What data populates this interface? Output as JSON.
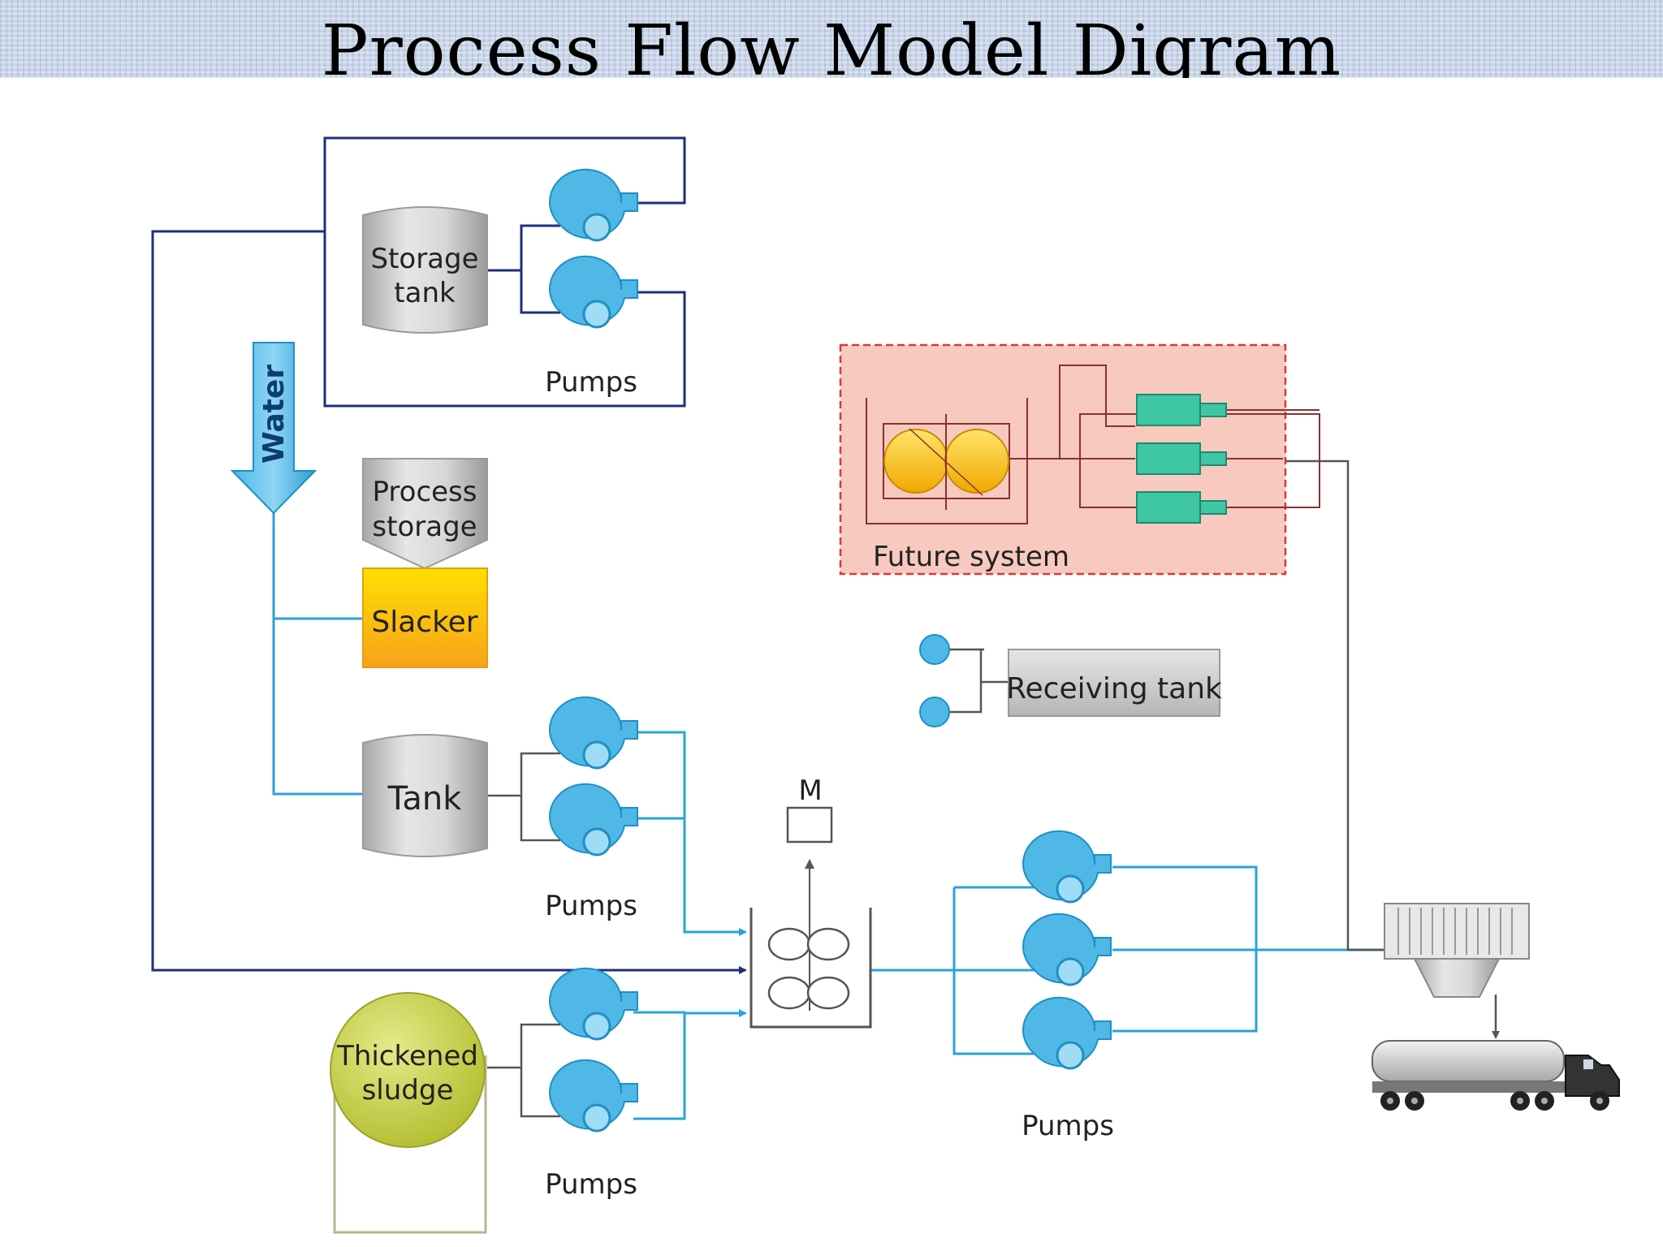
{
  "title": "Process Flow Model Digram",
  "labels": {
    "storage_tank": [
      "Storage",
      "tank"
    ],
    "process_storage": [
      "Process",
      "storage"
    ],
    "slacker": "Slacker",
    "tank": "Tank",
    "thickened_sludge": [
      "Thickened",
      "sludge"
    ],
    "water": "Water",
    "pumps_storage": "Pumps",
    "pumps_tank": "Pumps",
    "pumps_sludge": "Pumps",
    "pumps_mixer": "Pumps",
    "future_system": "Future system",
    "receiving_tank": "Receiving tank",
    "motor": "M"
  },
  "colors": {
    "navy_line": "#1f2f7a",
    "light_blue_line": "#2aa3d8",
    "pump_fill": "#4fb8e6",
    "future_bg": "#f8c9bf",
    "future_line": "#b03a3a",
    "slacker_fill": "#fcbf1e",
    "sludge_fill": "#c6cf4a",
    "dryer_fill": "#3fc7a4"
  }
}
